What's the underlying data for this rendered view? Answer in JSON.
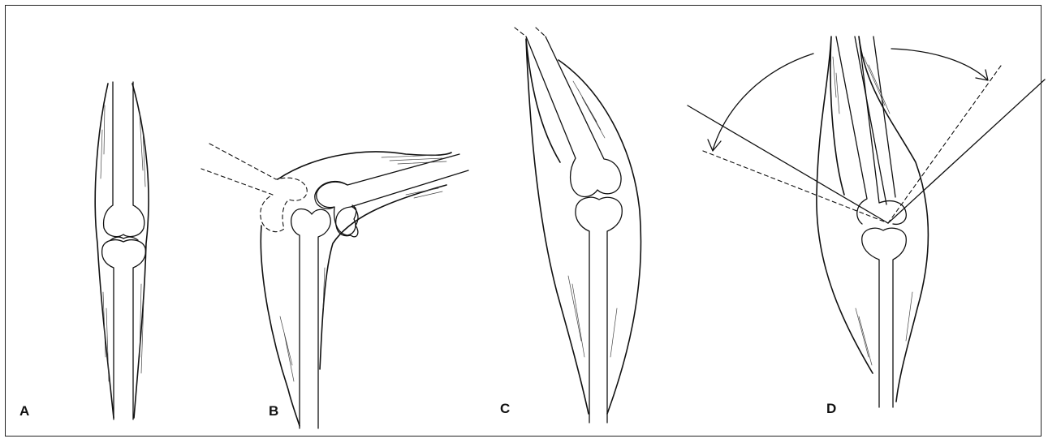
{
  "figure": {
    "panel_labels": {
      "a": "A",
      "b": "B",
      "c": "C",
      "d": "D"
    }
  },
  "colors": {
    "line": "#111111",
    "background": "#ffffff"
  }
}
